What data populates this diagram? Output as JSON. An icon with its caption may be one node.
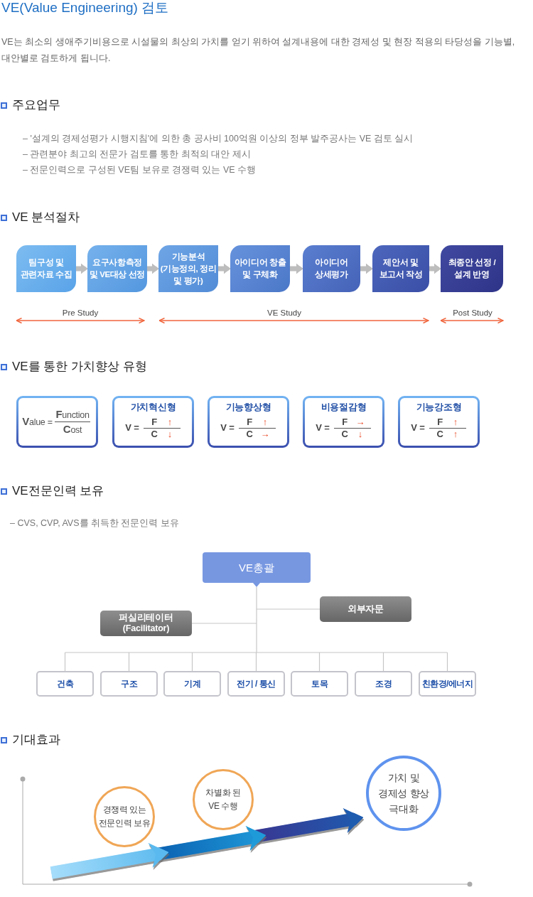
{
  "diagram": {
    "title": "VE(Value Engineering) 검토",
    "nodes": [
      {
        "text": [
          "팀구성 및 관련자료 수집"
        ]
      },
      {
        "text": [
          "요구사항측정 및 VE대상 선정"
        ]
      },
      {
        "text": [
          "기능분석 (기능정의, 정리 및 평가)"
        ]
      },
      {
        "text": [
          "아이디어 창출 및 구체화"
        ]
      },
      {
        "text": [
          "아이디어 상세평가"
        ]
      },
      {
        "text": [
          "제안서 및 보고서 작성"
        ]
      },
      {
        "text": [
          "최종안 선정 / 설계 반영"
        ]
      },
      {
        "text": [
          "**V**alue =",
          "**F**unction",
          "**C**ost"
        ]
      },
      {
        "text": [
          "가치혁신형",
          "V =",
          "F",
          "↑",
          "C",
          "↓"
        ]
      },
      {
        "text": [
          "기능향상형",
          "V =",
          "F",
          "↑",
          "C",
          "→"
        ]
      },
      {
        "text": [
          "비용절감형",
          "V =",
          "F",
          "→",
          "C",
          "↓"
        ]
      },
      {
        "text": [
          "기능강조형",
          "V =",
          "F",
          "↑",
          "C",
          "↑"
        ]
      },
      {
        "text": [
          "VE총괄"
        ]
      },
      {
        "text": [
          "외부자문"
        ]
      },
      {
        "text": [
          "퍼실리테이터 (Facilitator)"
        ]
      },
      {
        "text": [
          "건축"
        ]
      },
      {
        "text": [
          "구조"
        ]
      },
      {
        "text": [
          "기계"
        ]
      },
      {
        "text": [
          "전기 / 통신"
        ]
      },
      {
        "text": [
          "토목"
        ]
      },
      {
        "text": [
          "조경"
        ]
      },
      {
        "text": [
          "친환경/에너지"
        ]
      },
      {
        "text": [
          "경쟁력 있는 전문인력 보유"
        ]
      },
      {
        "text": [
          "차별화 된 VE 수행"
        ]
      },
      {
        "text": [
          "가치 및 경제성 향상 극대화"
        ]
      }
    ],
    "edges": [
      {
        "from": 0,
        "to": 1,
        "arrow": "to",
        "style": "thick"
      },
      {
        "from": 1,
        "to": 2,
        "arrow": "to",
        "style": "thick"
      },
      {
        "from": 2,
        "to": 3,
        "arrow": "to",
        "style": "thick"
      },
      {
        "from": 3,
        "to": 4,
        "arrow": "to",
        "style": "thick"
      },
      {
        "from": 4,
        "to": 5,
        "arrow": "to",
        "style": "thick"
      },
      {
        "from": 5,
        "to": 6,
        "arrow": "to",
        "style": "thick"
      },
      {
        "from": 12,
        "to": 13,
        "arrow": "none"
      },
      {
        "from": 12,
        "to": 14,
        "arrow": "none"
      },
      {
        "from": 12,
        "to": 15,
        "arrow": "none"
      },
      {
        "from": 12,
        "to": 16,
        "arrow": "none"
      },
      {
        "from": 12,
        "to": 17,
        "arrow": "none"
      },
      {
        "from": 12,
        "to": 18,
        "arrow": "none"
      },
      {
        "from": 12,
        "to": 19,
        "arrow": "none"
      },
      {
        "from": 12,
        "to": 20,
        "arrow": "none"
      },
      {
        "from": 12,
        "to": 21,
        "arrow": "none"
      },
      {
        "from": null,
        "to": 22,
        "arrow": "to",
        "style": "thick",
        "color": "#5ab9ee"
      },
      {
        "from": 22,
        "to": 23,
        "arrow": "to",
        "style": "thick",
        "color": "#1f9ad9"
      },
      {
        "from": 23,
        "to": 24,
        "arrow": "to",
        "style": "thick",
        "color": "#1e5cb0"
      }
    ],
    "labels": [
      "VE는 최소의 생애주기비용으로 시설물의 최상의 가치를 얻기 위하여 설계내용에 대한 경제성 및 현장 적용의 타당성을 기능별, 대안별로 검토하게 됩니다.",
      "주요업무",
      "– '설계의 경제성평가 시행지침'에 의한 총 공사비 100억원 이상의 정부 발주공사는 VE 검토 실시",
      "– 관련분야 최고의 전문가 검토를 통한 최적의 대안 제시",
      "– 전문인력으로 구성된 VE팀 보유로 경쟁력 있는 VE 수행",
      "VE 분석절차",
      "Pre Study",
      "VE Study",
      "Post Study",
      "VE를 통한 가치향상 유형",
      "VE전문인력 보유",
      "– CVS, CVP, AVS를 취득한 전문인력 보유",
      "기대효과"
    ]
  }
}
